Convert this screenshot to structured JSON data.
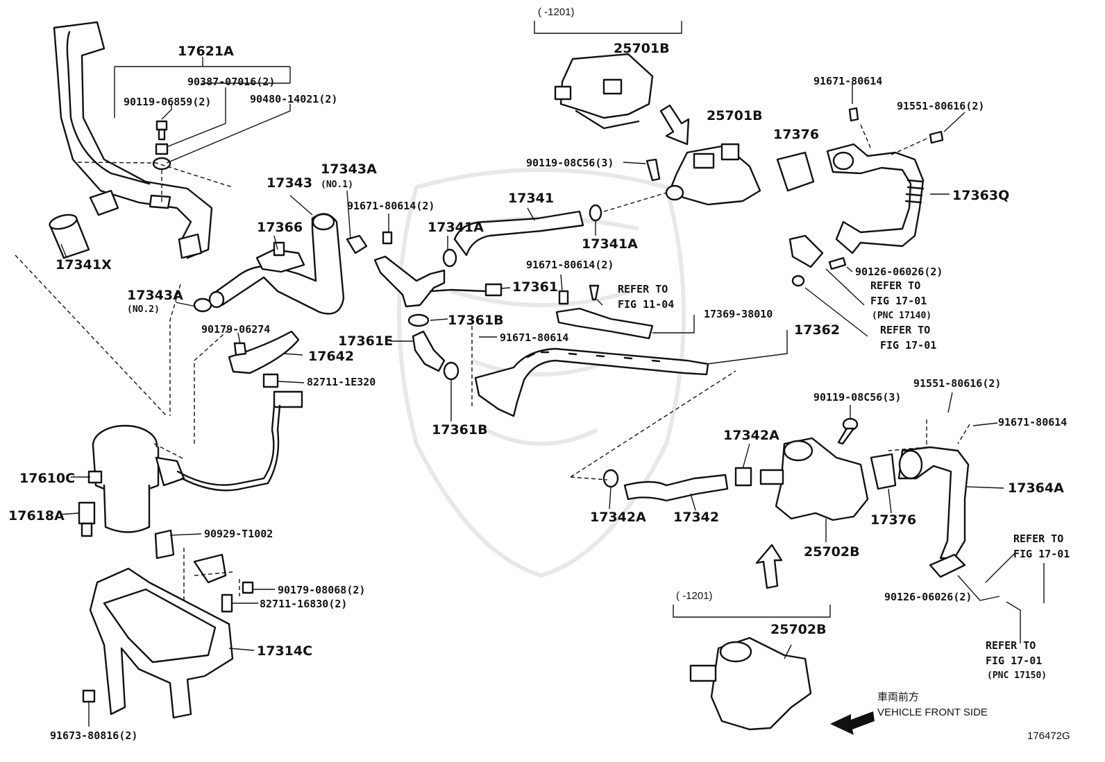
{
  "labels": {
    "l_17621A": "17621A",
    "l_90387": "90387-07016(2)",
    "l_90119_06859": "90119-06859(2)",
    "l_90480": "90480-14021(2)",
    "l_17341X": "17341X",
    "l_17343": "17343",
    "l_17343A_1": "17343A",
    "l_no1": "(NO.1)",
    "l_17366": "17366",
    "l_17343A_2": "17343A",
    "l_no2": "(NO.2)",
    "l_90179_06274": "90179-06274",
    "l_17642": "17642",
    "l_82711_1E320": "82711-1E320",
    "l_17610C": "17610C",
    "l_17618A": "17618A",
    "l_90929": "90929-T1002",
    "l_90179_08068": "90179-08068(2)",
    "l_82711_16830": "82711-16830(2)",
    "l_17314C": "17314C",
    "l_91673": "91673-80816(2)",
    "l_range_top": "(      -1201)",
    "l_25701B_top": "25701B",
    "l_25701B": "25701B",
    "l_90119_08C56_top": "90119-08C56(3)",
    "l_17341": "17341",
    "l_91671_80614_2a": "91671-80614(2)",
    "l_17341A_1": "17341A",
    "l_17341A_2": "17341A",
    "l_17361": "17361",
    "l_91671_80614_2b": "91671-80614(2)",
    "l_refer_1104": "REFER TO",
    "l_fig_1104": "FIG 11-04",
    "l_17369": "17369-38010",
    "l_17361B_1": "17361B",
    "l_17361E": "17361E",
    "l_91671_80614_c": "91671-80614",
    "l_17362": "17362",
    "l_17361B_2": "17361B",
    "l_91671_80614_tr": "91671-80614",
    "l_91551_tr": "91551-80616(2)",
    "l_17376_top": "17376",
    "l_17363Q": "17363Q",
    "l_90126_top": "90126-06026(2)",
    "l_refer_17140": "REFER TO",
    "l_fig_17140": "FIG 17-01",
    "l_pnc_17140": "(PNC 17140)",
    "l_refer_1701": "REFER TO",
    "l_fig_1701": "FIG 17-01",
    "l_91551_mr": "91551-80616(2)",
    "l_90119_08C56_mr": "90119-08C56(3)",
    "l_91671_80614_mr": "91671-80614",
    "l_17342A_1": "17342A",
    "l_17342A_2": "17342A",
    "l_17342": "17342",
    "l_17376_mr": "17376",
    "l_17364A": "17364A",
    "l_25702B_mid": "25702B",
    "l_refer_r": "REFER TO",
    "l_fig_r": "FIG 17-01",
    "l_90126_br": "90126-06026(2)",
    "l_refer_17150": "REFER TO",
    "l_fig_17150": "FIG 17-01",
    "l_pnc_17150": "(PNC 17150)",
    "l_range_bot": "(      -1201)",
    "l_25702B_bot": "25702B",
    "l_front_jp": "車両前方",
    "l_front_en": "VEHICLE FRONT SIDE",
    "l_fig_id": "176472G"
  }
}
